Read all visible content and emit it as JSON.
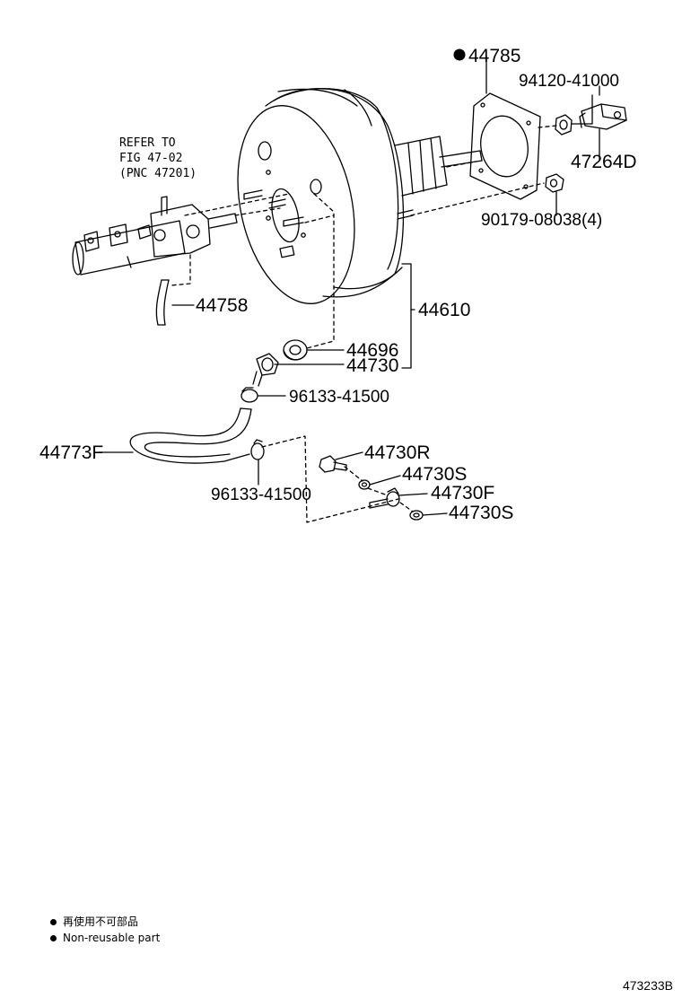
{
  "reference": {
    "line1": "REFER TO",
    "line2": "FIG 47-02",
    "line3": "(PNC 47201)"
  },
  "parts": {
    "p44785": "44785",
    "p94120": "94120-41000",
    "p47264D": "47264D",
    "p90179": "90179-08038(4)",
    "p44610": "44610",
    "p44758": "44758",
    "p44696": "44696",
    "p44730": "44730",
    "p96133a": "96133-41500",
    "p44773F": "44773F",
    "p96133b": "96133-41500",
    "p44730R": "44730R",
    "p44730S_a": "44730S",
    "p44730F": "44730F",
    "p44730S_b": "44730S"
  },
  "legend": {
    "jp": "再使用不可部品",
    "en": "Non-reusable part"
  },
  "illustration_id": "473233B"
}
